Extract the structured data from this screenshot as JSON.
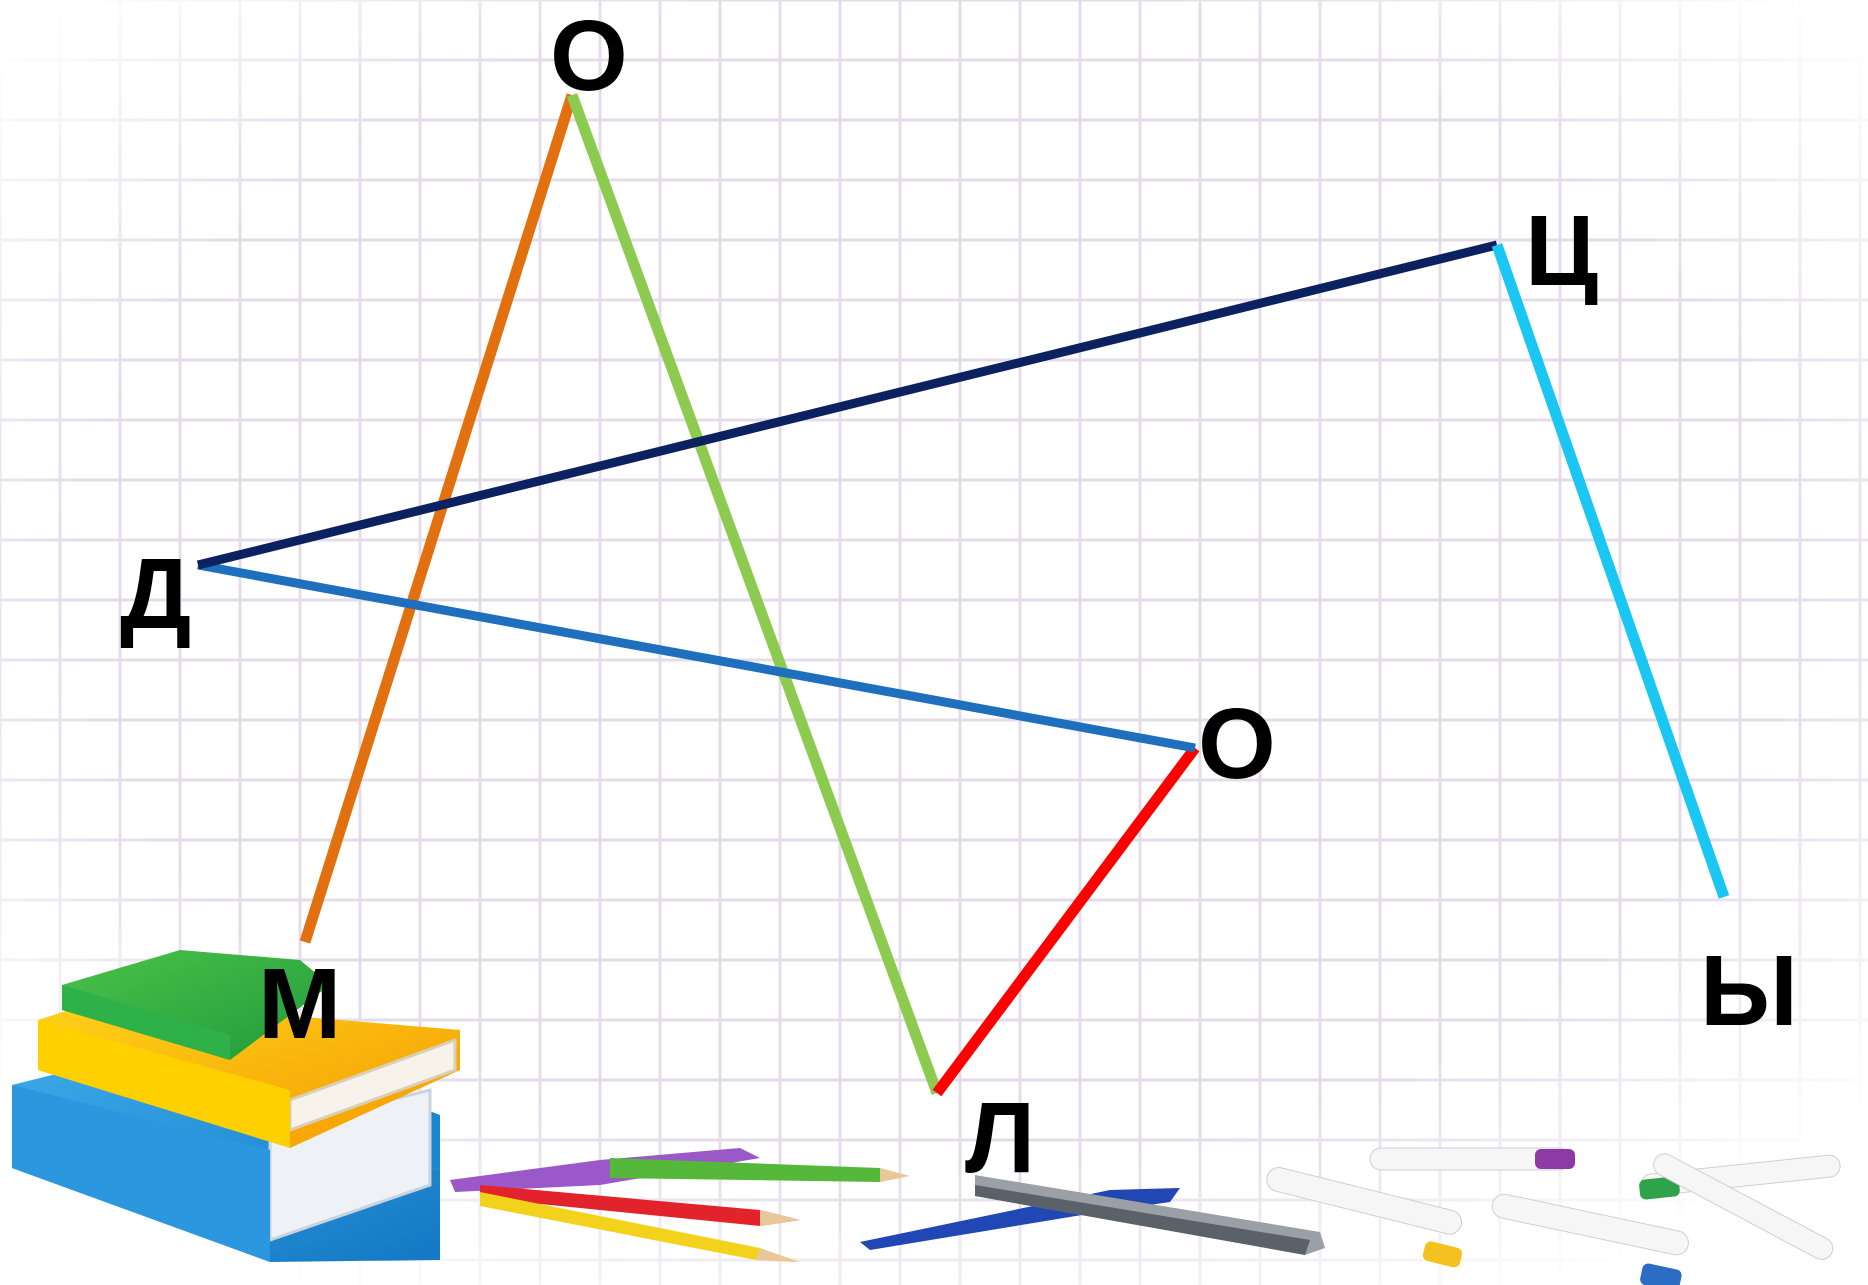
{
  "colors": {
    "grid": "#e4dcea",
    "orange": "#e2700f",
    "green": "#8ccb4f",
    "navy": "#0c215f",
    "blue": "#1f6fbf",
    "red": "#ff0000",
    "cyan": "#1ac6f2"
  },
  "labels": {
    "o_top": "О",
    "ts": "Ц",
    "d": "Д",
    "o_mid": "О",
    "m": "М",
    "l": "Л",
    "y": "Ы"
  },
  "segments": [
    {
      "from": "m",
      "to": "o_top",
      "color": "orange"
    },
    {
      "from": "o_top",
      "to": "l",
      "color": "green"
    },
    {
      "from": "l",
      "to": "o_mid",
      "color": "red"
    },
    {
      "from": "o_mid",
      "to": "d",
      "color": "blue"
    },
    {
      "from": "d",
      "to": "ts",
      "color": "navy"
    },
    {
      "from": "ts",
      "to": "y",
      "color": "cyan"
    }
  ],
  "decorations": {
    "books": "stack-of-books",
    "pencils": "colored-pencils",
    "pen": "pen",
    "ruler": "ruler",
    "markers": "felt-tip-markers"
  }
}
